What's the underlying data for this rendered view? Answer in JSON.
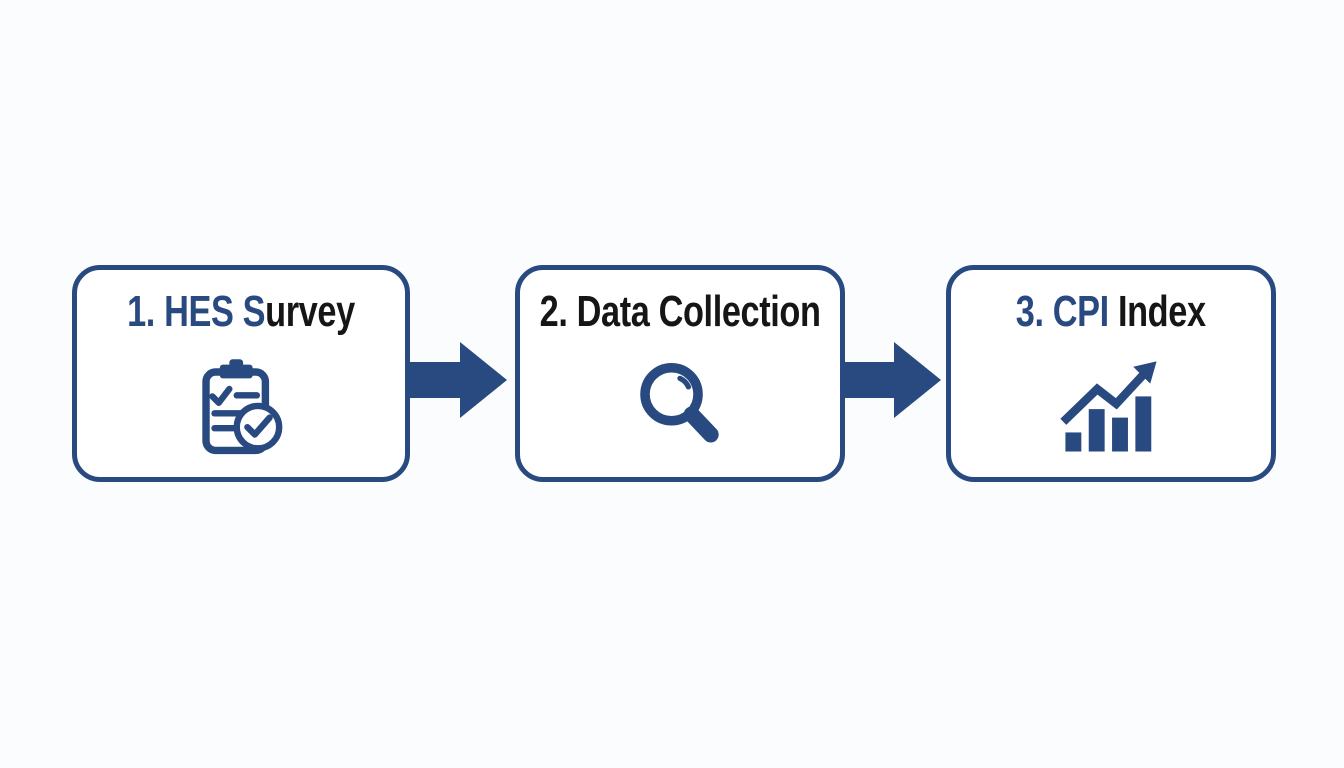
{
  "colors": {
    "accent_blue": "#284A80",
    "text_black": "#161616",
    "box_background": "#FFFFFF",
    "page_background": "#FBFCFD"
  },
  "flow": {
    "steps": [
      {
        "label": "1. HES Survey",
        "title_accent": "1. HES S",
        "title_rest": "urvey",
        "icon": "clipboard-check-icon"
      },
      {
        "label": "2. Data Collection",
        "title_accent": "",
        "title_rest": "2. Data Collection",
        "icon": "magnifying-glass-icon"
      },
      {
        "label": "3. CPI Index",
        "title_accent": "3. CPI",
        "title_rest": " Index",
        "icon": "rising-bar-chart-icon"
      }
    ],
    "connectors": [
      {
        "type": "right-arrow"
      },
      {
        "type": "right-arrow"
      }
    ]
  }
}
